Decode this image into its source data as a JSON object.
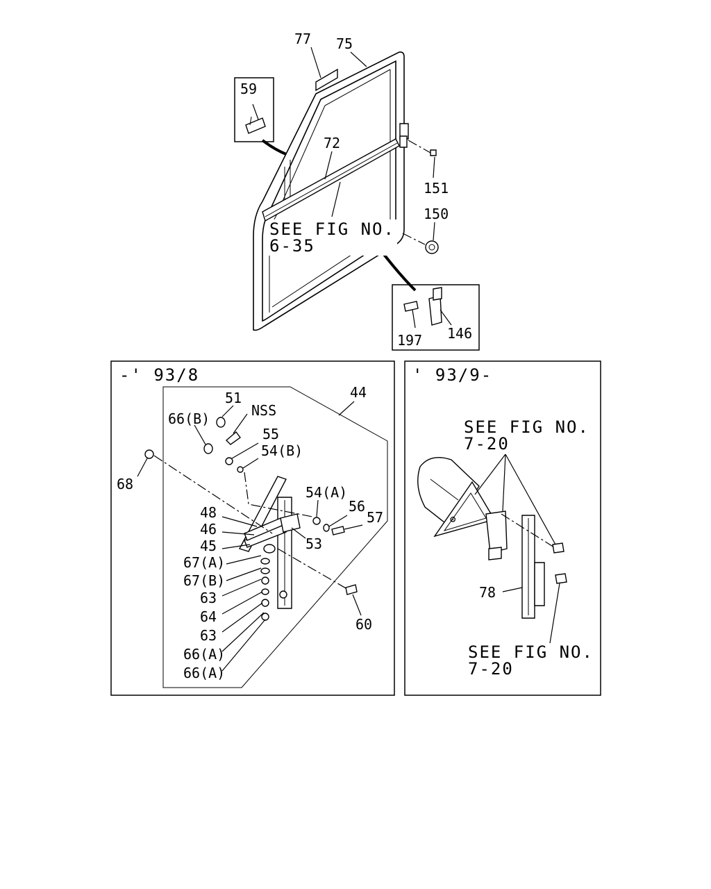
{
  "top_assembly": {
    "callouts": {
      "p77": "77",
      "p75": "75",
      "p59": "59",
      "p72": "72",
      "p151": "151",
      "p150": "150",
      "p197": "197",
      "p146": "146"
    },
    "see_fig_line1": "SEE FIG NO.",
    "see_fig_line2": "6-35"
  },
  "left_panel": {
    "period": "-' 93/8",
    "callouts": {
      "p44": "44",
      "p51": "51",
      "nss": "NSS",
      "p66b": "66(B)",
      "p55": "55",
      "p54b": "54(B)",
      "p68": "68",
      "p54a": "54(A)",
      "p56": "56",
      "p57": "57",
      "p48": "48",
      "p46": "46",
      "p45": "45",
      "p53": "53",
      "p67a": "67(A)",
      "p67b": "67(B)",
      "p63a": "63",
      "p64": "64",
      "p63b": "63",
      "p60": "60",
      "p66a1": "66(A)",
      "p66a2": "66(A)"
    }
  },
  "right_panel": {
    "period": "' 93/9-",
    "see_fig_top_line1": "SEE FIG NO.",
    "see_fig_top_line2": "7-20",
    "callouts": {
      "p78": "78"
    },
    "see_fig_bottom_line1": "SEE FIG NO.",
    "see_fig_bottom_line2": "7-20"
  }
}
